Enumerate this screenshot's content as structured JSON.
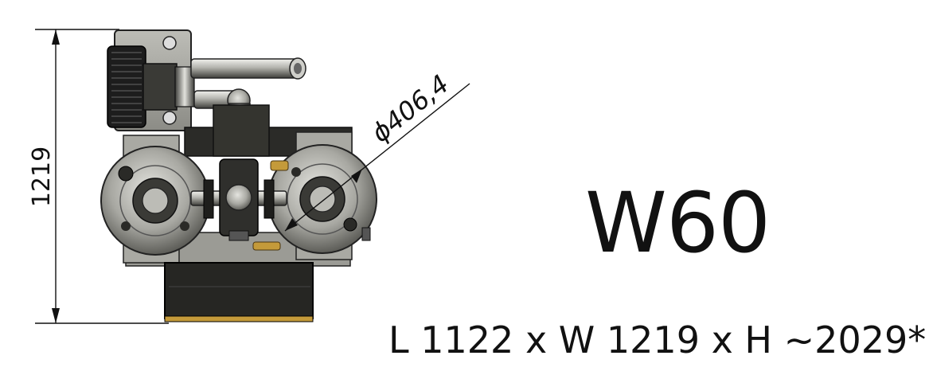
{
  "drawing": {
    "height_dimension": "1219",
    "diameter_dimension": "ϕ406,4"
  },
  "product": {
    "model": "W60",
    "dimensions": "L 1122 x W 1219 x H ~2029*"
  },
  "colors": {
    "ink": "#111111",
    "metal_dark": "#2a2a2a",
    "metal_mid": "#7a7a76",
    "metal_light": "#c9c9c4",
    "accent_brass": "#c49a3a"
  }
}
